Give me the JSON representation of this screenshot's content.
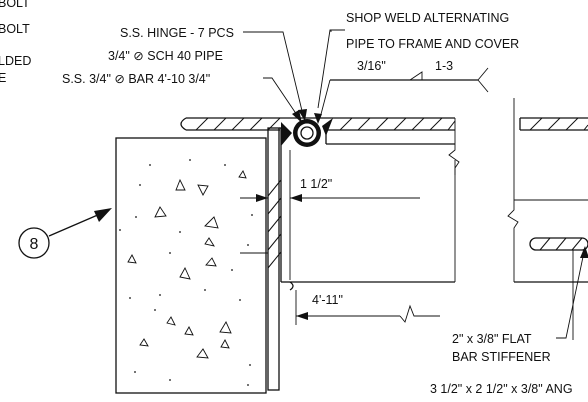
{
  "labels": {
    "top_left_1": "BOLT",
    "top_left_2": "BOLT",
    "top_left_3": "LDED",
    "top_left_4": "E",
    "hinge_line1": "S.S. HINGE - 7 PCS",
    "hinge_line2": "3/4\" ⊘ SCH 40 PIPE",
    "bar_line": "S.S. 3/4\" ⊘ BAR 4'-10 3/4\"",
    "weld_line1": "SHOP WELD ALTERNATING",
    "weld_line2": "PIPE TO FRAME AND COVER",
    "weld_size": "3/16\"",
    "weld_pitch": "1-3",
    "dim_gap": "1 1/2\"",
    "dim_length": "4'-11\"",
    "flat_bar_1": "2\" x 3/8\" FLAT",
    "flat_bar_2": "BAR STIFFENER",
    "angle": "3 1/2\" x 2 1/2\" x 3/8\" ANG",
    "callout_number": "8"
  },
  "colors": {
    "ink": "#111111",
    "paper": "#ffffff"
  }
}
